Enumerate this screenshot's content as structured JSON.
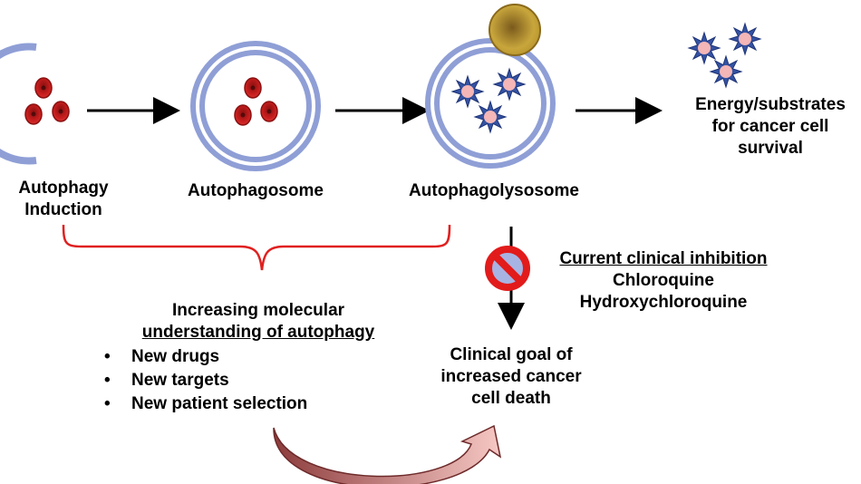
{
  "stages": [
    {
      "lines": [
        "Autophagy",
        "Induction"
      ]
    },
    {
      "lines": [
        "Autophagosome"
      ]
    },
    {
      "lines": [
        "Autophagolysosome"
      ]
    }
  ],
  "outcome": {
    "lines": [
      "Energy/substrates",
      "for cancer cell",
      "survival"
    ]
  },
  "understanding": {
    "heading_line1": "Increasing molecular",
    "heading_line2": "understanding of autophagy",
    "bullets": [
      "New drugs",
      "New targets",
      "New patient selection"
    ]
  },
  "inhibition": {
    "title": "Current clinical inhibition",
    "drugs": [
      "Chloroquine",
      "Hydroxychloroquine"
    ]
  },
  "goal": {
    "lines": [
      "Clinical goal of",
      "increased cancer",
      "cell death"
    ]
  },
  "colors": {
    "membrane": "#8f9fd6",
    "cargo": "#c81e1e",
    "lysosome": "#c8a63c",
    "star_fill": "#3553a3",
    "star_center": "#f4b6b6",
    "brace": "#e02020",
    "prohibition_ring": "#e21b1b",
    "prohibition_fill": "#a7b4e3",
    "curved_arrow": "#b06060"
  }
}
